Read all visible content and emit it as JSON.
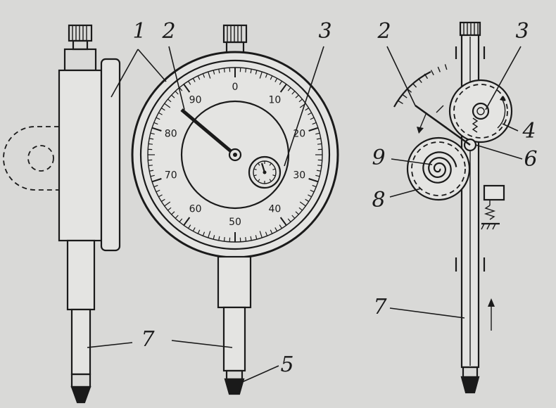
{
  "dial": {
    "numbers": [
      "0",
      "10",
      "20",
      "30",
      "40",
      "50",
      "60",
      "70",
      "80",
      "90"
    ]
  },
  "callouts": {
    "c1": "1",
    "c2_front": "2",
    "c3_front": "3",
    "c2_mech": "2",
    "c3_mech": "3",
    "c4": "4",
    "c5": "5",
    "c6": "6",
    "c7_side": "7",
    "c7_front": "7",
    "c7_mech": "7",
    "c8": "8",
    "c9": "9"
  }
}
